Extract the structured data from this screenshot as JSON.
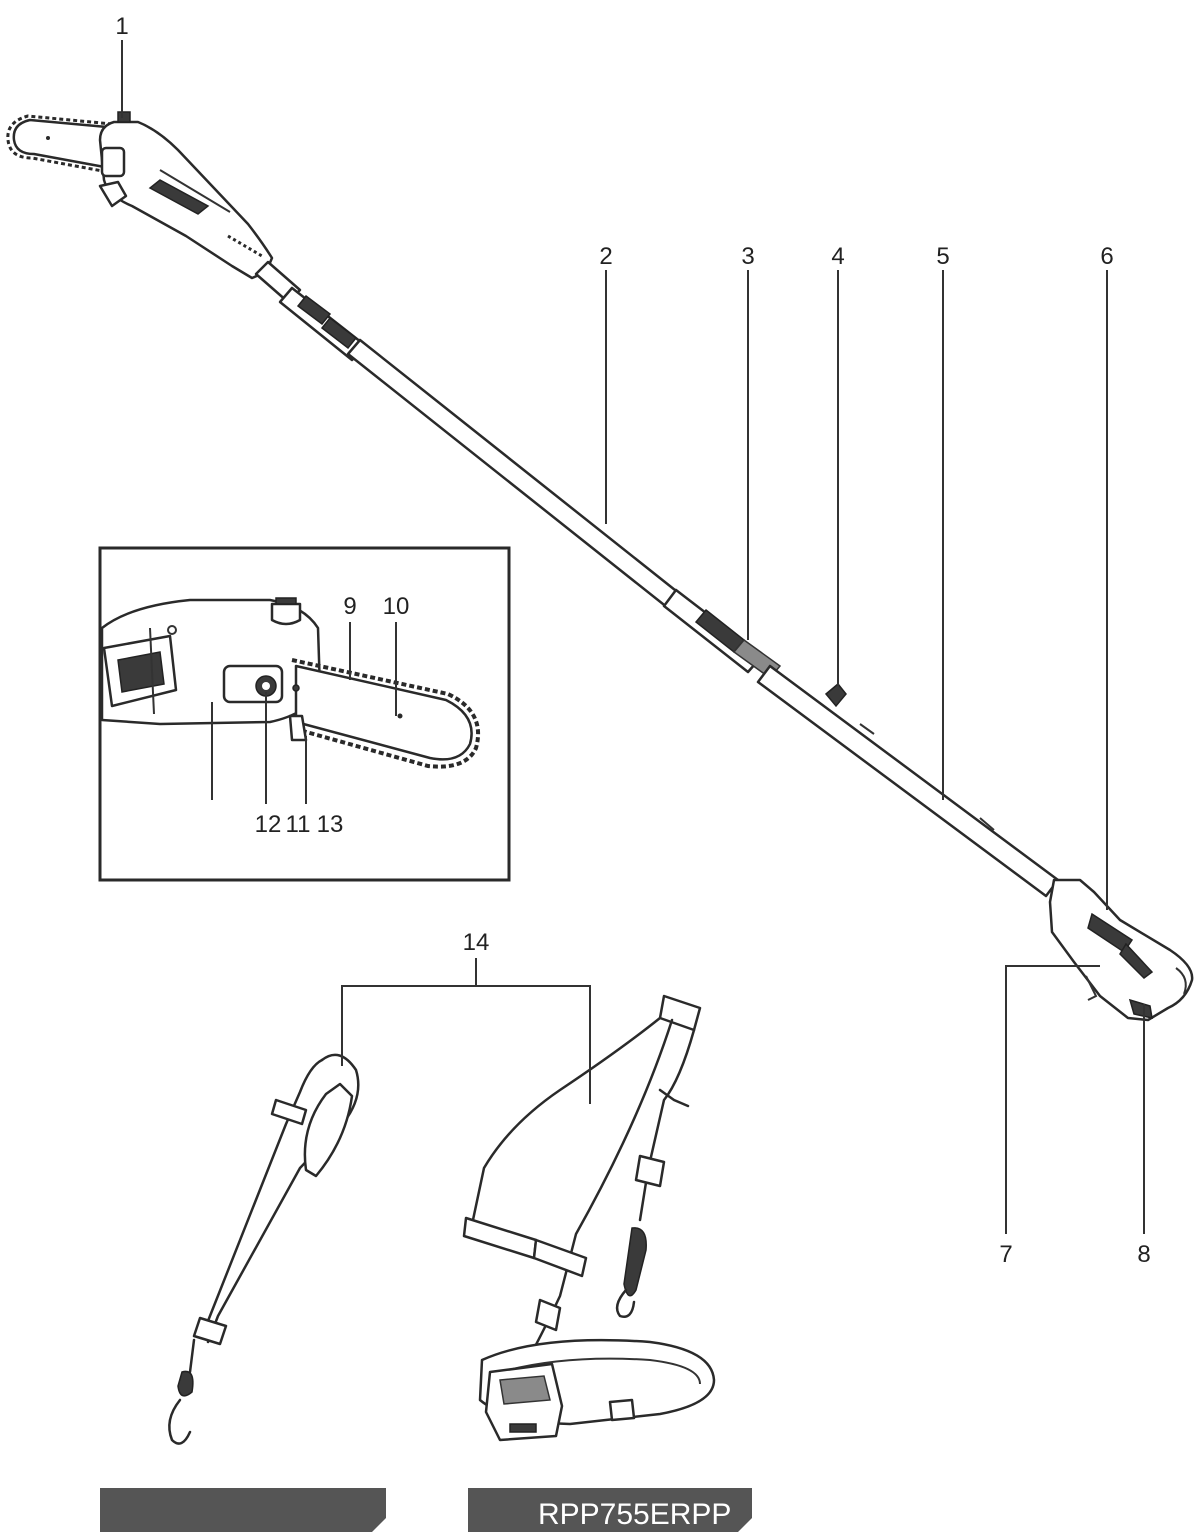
{
  "callouts": {
    "c1": "1",
    "c2": "2",
    "c3": "3",
    "c4": "4",
    "c5": "5",
    "c6": "6",
    "c7": "7",
    "c8": "8",
    "c9": "9",
    "c10": "10",
    "c11": "11",
    "c12": "12",
    "c13": "13",
    "c14": "14"
  },
  "banners": {
    "left": "",
    "right": "RPP755ERPP"
  },
  "colors": {
    "line": "#2a2a2a",
    "banner": "#555555",
    "background": "#ffffff"
  }
}
